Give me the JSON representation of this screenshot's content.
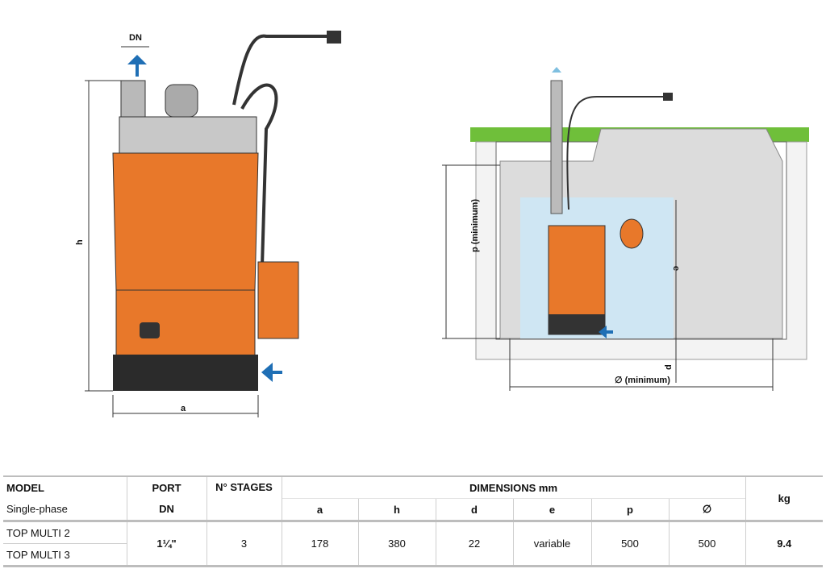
{
  "diagram_left": {
    "dn_label": "DN",
    "h_label": "h",
    "a_label": "a"
  },
  "diagram_right": {
    "p_label": "p (minimum)",
    "e_label": "e",
    "d_label": "d",
    "diam_label": "∅ (minimum)"
  },
  "colors": {
    "orange": "#e8782a",
    "water": "#cfe6f3",
    "arrow": "#1f6fb5",
    "grass": "#6fbf3a"
  },
  "table": {
    "headers": {
      "model": "MODEL",
      "model_sub": "Single-phase",
      "port": "PORT",
      "port_sub": "DN",
      "stages": "N° STAGES",
      "dimensions": "DIMENSIONS mm",
      "dims": [
        "a",
        "h",
        "d",
        "e",
        "p",
        "∅"
      ],
      "kg": "kg"
    },
    "models": [
      "TOP MULTI 2",
      "TOP MULTI 3"
    ],
    "port": "1¼\"",
    "stages": "3",
    "values": [
      "178",
      "380",
      "22",
      "variable",
      "500",
      "500"
    ],
    "kg": "9.4"
  }
}
